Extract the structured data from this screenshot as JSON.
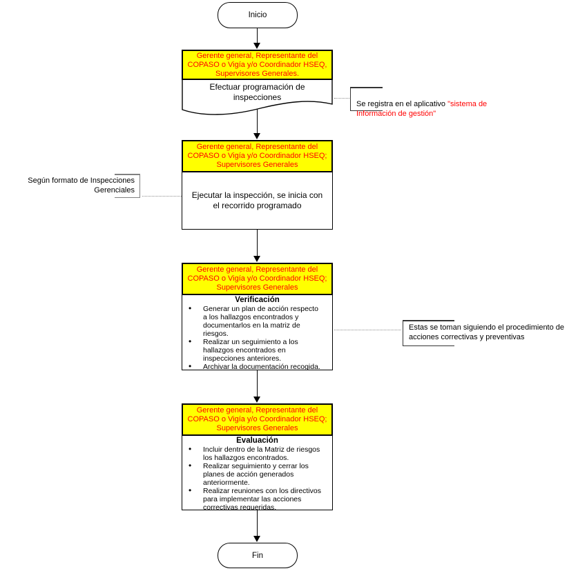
{
  "colors": {
    "header_bg": "#ffff00",
    "header_text": "#ff0000",
    "note_highlight": "#ff0000",
    "outline": "#000000",
    "bracket_dark": "#333333",
    "bracket_gray": "#808080"
  },
  "flow": {
    "start_label": "Inicio",
    "end_label": "Fin",
    "steps": [
      {
        "shape": "document",
        "actor": "Gerente general, Representante del\nCOPASO o Vigía y/o Coordinador HSEQ,\nSupervisores Generales.",
        "action": "Efectuar programación de\ninspecciones"
      },
      {
        "shape": "process",
        "actor": "Gerente general, Representante del\nCOPASO o Vigía y/o Coordinador HSEQ;\nSupervisores Generales",
        "action": "Ejecutar  la inspección, se inicia con\nel recorrido programado"
      },
      {
        "shape": "process",
        "actor": "Gerente general, Representante del\nCOPASO o Vigía y/o Coordinador HSEQ;\nSupervisores Generales",
        "title": "Verificación",
        "bullets": [
          "Generar un plan de acción respecto\na los hallazgos encontrados y\ndocumentarlos en la matriz de\nriesgos.",
          "Realizar un seguimiento a los\nhallazgos encontrados en\ninspecciones anteriores.",
          "Archivar la documentación recogida."
        ]
      },
      {
        "shape": "process",
        "actor": "Gerente general, Representante del\nCOPASO o Vigía y/o Coordinador HSEQ;\nSupervisores Generales",
        "title": "Evaluación",
        "bullets": [
          "Incluir dentro de la Matriz de riesgos\nlos hallazgos encontrados.",
          "Realizar seguimiento y cerrar los\nplanes de acción generados\nanteriormente.",
          "Realizar reuniones con los directivos\npara implementar las acciones\ncorrectivas requeridas."
        ]
      }
    ],
    "annotations": [
      {
        "id": "registro-aplicativo",
        "text_black": "Se registra en el aplicativo ",
        "text_red": "\"sistema de\nInformación de gestión\""
      },
      {
        "id": "formato-inspecciones",
        "text": "Según formato de Inspecciones\nGerenciales"
      },
      {
        "id": "procedimiento-acciones",
        "text": "Estas se toman siguiendo el procedimiento de\nacciones correctivas y preventivas"
      }
    ]
  }
}
